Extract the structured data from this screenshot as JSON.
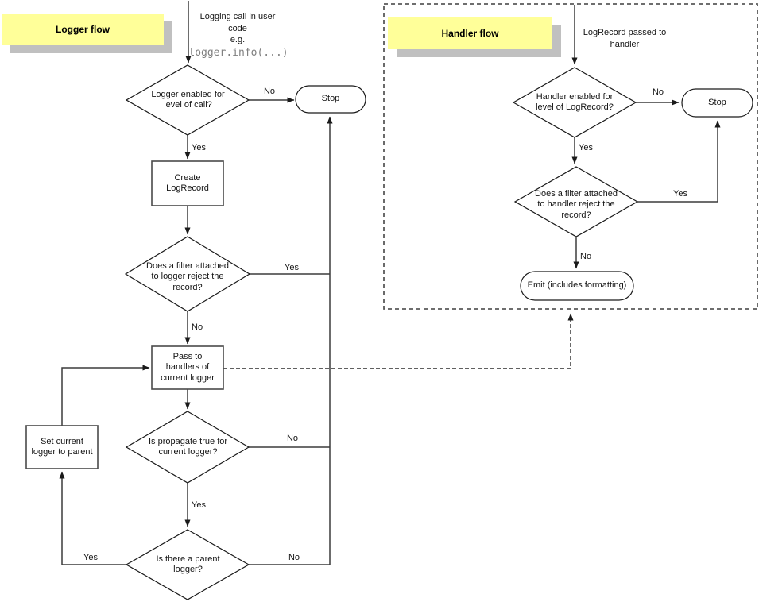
{
  "colors": {
    "note_bg": "#ffff99",
    "note_shadow": "#c0c0c0",
    "connector_line": "#3c3c3c",
    "shape_border": "#1a1a1a",
    "code_text": "#7f7f7f"
  },
  "logger_flow": {
    "title": "Logger flow",
    "start_note": "Logging call in user\ncode\ne.g.",
    "start_code": "logger.info(...)",
    "nodes": {
      "enabled_q": "Logger enabled for\nlevel of call?",
      "stop": "Stop",
      "create": "Create\nLogRecord",
      "filter_q": "Does a filter attached\nto logger reject the\nrecord?",
      "pass": "Pass to\nhandlers of\ncurrent logger",
      "propagate_q": "Is propagate true for\ncurrent logger?",
      "set_parent": "Set current\nlogger to parent",
      "parent_q": "Is there a parent\nlogger?"
    },
    "labels": {
      "enabled_no": "No",
      "enabled_yes": "Yes",
      "filter_yes": "Yes",
      "filter_no": "No",
      "propagate_no": "No",
      "propagate_yes": "Yes",
      "parent_yes": "Yes",
      "parent_no": "No"
    }
  },
  "handler_flow": {
    "title": "Handler flow",
    "start_note": "LogRecord passed to\nhandler",
    "nodes": {
      "enabled_q": "Handler enabled for\nlevel of LogRecord?",
      "stop": "Stop",
      "filter_q": "Does a filter attached\nto handler reject the\nrecord?",
      "emit": "Emit (includes formatting)"
    },
    "labels": {
      "enabled_no": "No",
      "enabled_yes": "Yes",
      "filter_yes": "Yes",
      "filter_no": "No"
    }
  }
}
